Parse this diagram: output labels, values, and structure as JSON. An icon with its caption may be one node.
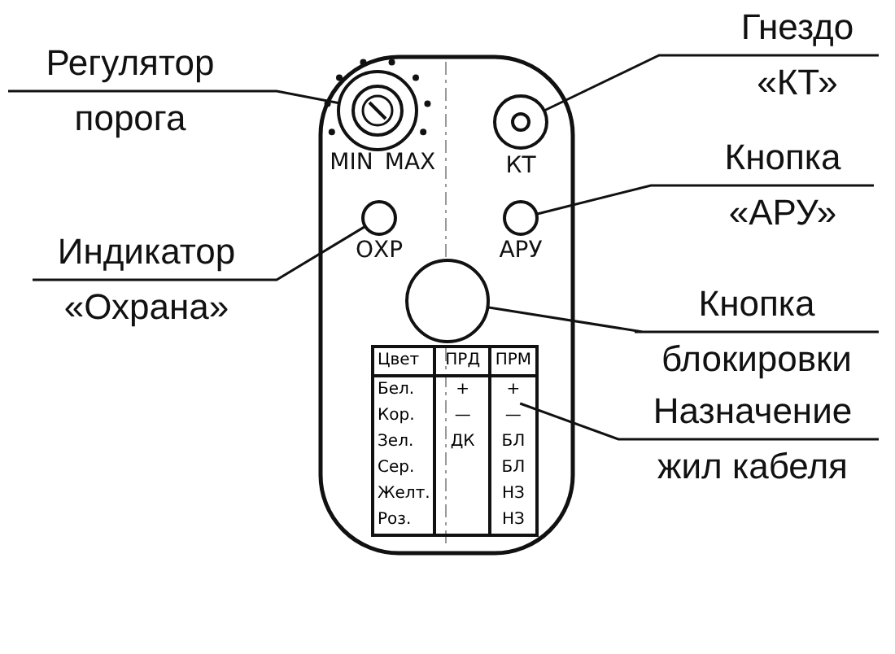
{
  "diagram": {
    "nodes": [
      {
        "text": [
          "Гнездо «КТ»"
        ]
      },
      {
        "text": [
          "Регулятор порога"
        ]
      },
      {
        "text": [
          "Кнопка «АРУ»"
        ]
      },
      {
        "text": [
          "Индикатор «Охрана»"
        ]
      },
      {
        "text": [
          "Кнопка блокировки"
        ]
      },
      {
        "text": [
          "Назначение жил кабеля"
        ]
      },
      {
        "text": [],
        "shape": "circle"
      },
      {
        "text": [],
        "shape": "circle"
      },
      {
        "text": [],
        "shape": "circle"
      },
      {
        "text": [],
        "shape": "circle"
      },
      {
        "text": [],
        "shape": "circle"
      },
      {
        "text": [
          "+"
        ]
      }
    ],
    "edges": [
      {
        "from": 0,
        "to": 7,
        "arrow": "none"
      },
      {
        "from": 1,
        "to": 6,
        "arrow": "none"
      },
      {
        "from": 2,
        "to": 9,
        "arrow": "none"
      },
      {
        "from": 3,
        "to": 8,
        "arrow": "none"
      },
      {
        "from": 4,
        "to": 10,
        "arrow": "none"
      },
      {
        "from": 5,
        "to": 11,
        "arrow": "none"
      }
    ],
    "labels": [
      "MIN",
      "MAX",
      "КТ",
      "ОХР",
      "АРУ",
      "Цвет",
      "ПРД",
      "ПРМ",
      "Бел.",
      "+",
      "Кор.",
      "—",
      "—",
      "Зел.",
      "ДК",
      "БЛ",
      "Сер.",
      "БЛ",
      "Желт.",
      "НЗ",
      "Роз.",
      "НЗ"
    ]
  }
}
